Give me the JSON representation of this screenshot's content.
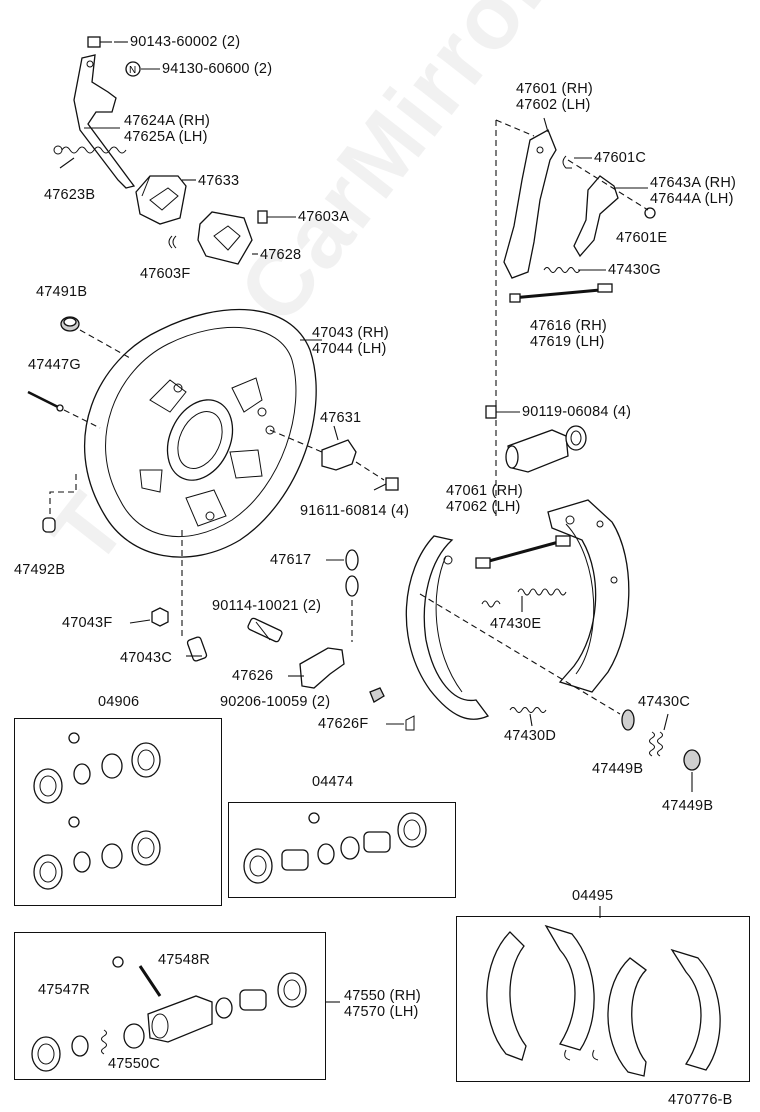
{
  "diagram": {
    "ref_code": "470776-B",
    "watermark": "ToyotaCarMirror.ru",
    "labels": [
      {
        "id": "p90143",
        "text": "90143-60002 (2)"
      },
      {
        "id": "p94130",
        "text": "94130-60600 (2)"
      },
      {
        "id": "p47624",
        "text": "47624A (RH)\n47625A (LH)"
      },
      {
        "id": "p47623B",
        "text": "47623B"
      },
      {
        "id": "p47633",
        "text": "47633"
      },
      {
        "id": "p47603A",
        "text": "47603A"
      },
      {
        "id": "p47628",
        "text": "47628"
      },
      {
        "id": "p47603F",
        "text": "47603F"
      },
      {
        "id": "p47601",
        "text": "47601 (RH)\n47602 (LH)"
      },
      {
        "id": "p47601C",
        "text": "47601C"
      },
      {
        "id": "p47643",
        "text": "47643A (RH)\n47644A (LH)"
      },
      {
        "id": "p47601E",
        "text": "47601E"
      },
      {
        "id": "p47430G",
        "text": "47430G"
      },
      {
        "id": "p47616",
        "text": "47616 (RH)\n47619 (LH)"
      },
      {
        "id": "p47491B",
        "text": "47491B"
      },
      {
        "id": "p47043",
        "text": "47043 (RH)\n47044 (LH)"
      },
      {
        "id": "p47447G",
        "text": "47447G"
      },
      {
        "id": "p90119",
        "text": "90119-06084 (4)"
      },
      {
        "id": "p47631",
        "text": "47631"
      },
      {
        "id": "p47061",
        "text": "47061 (RH)\n47062 (LH)"
      },
      {
        "id": "p91611",
        "text": "91611-60814 (4)"
      },
      {
        "id": "p47492B",
        "text": "47492B"
      },
      {
        "id": "p47617",
        "text": "47617"
      },
      {
        "id": "p90114",
        "text": "90114-10021 (2)"
      },
      {
        "id": "p47043F",
        "text": "47043F"
      },
      {
        "id": "p47430E",
        "text": "47430E"
      },
      {
        "id": "p47043C",
        "text": "47043C"
      },
      {
        "id": "p47626",
        "text": "47626"
      },
      {
        "id": "p90206",
        "text": "90206-10059 (2)"
      },
      {
        "id": "p47626F",
        "text": "47626F"
      },
      {
        "id": "p47430D",
        "text": "47430D"
      },
      {
        "id": "p47430C",
        "text": "47430C"
      },
      {
        "id": "p47449B_1",
        "text": "47449B"
      },
      {
        "id": "p47449B_2",
        "text": "47449B"
      },
      {
        "id": "p04906",
        "text": "04906"
      },
      {
        "id": "p04474",
        "text": "04474"
      },
      {
        "id": "p04495",
        "text": "04495"
      },
      {
        "id": "p47548R",
        "text": "47548R"
      },
      {
        "id": "p47547R",
        "text": "47547R"
      },
      {
        "id": "p47550",
        "text": "47550 (RH)\n47570 (LH)"
      },
      {
        "id": "p47550C",
        "text": "47550C"
      }
    ]
  }
}
